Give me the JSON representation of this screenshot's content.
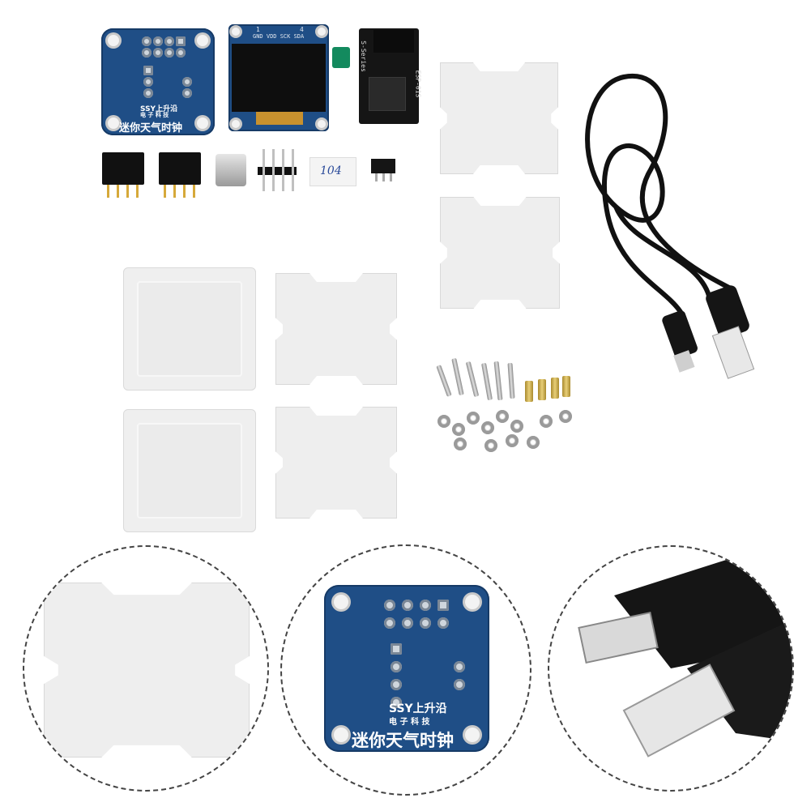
{
  "pcb": {
    "logo_text": "SSY上升沿",
    "logo_sub": "电 子 科 技",
    "title": "迷你天气时钟"
  },
  "oled": {
    "pin_labels": "GND VDD SCK SDA",
    "pin_numbers": "1",
    "pin_number_right": "4"
  },
  "esp": {
    "label_side": "S-Series",
    "label_board": "ESP-01S"
  },
  "resistor": {
    "label": "104"
  },
  "colors": {
    "pcb_blue": "#1f4e86",
    "acrylic": "#eeeeee",
    "cable": "#111111"
  }
}
